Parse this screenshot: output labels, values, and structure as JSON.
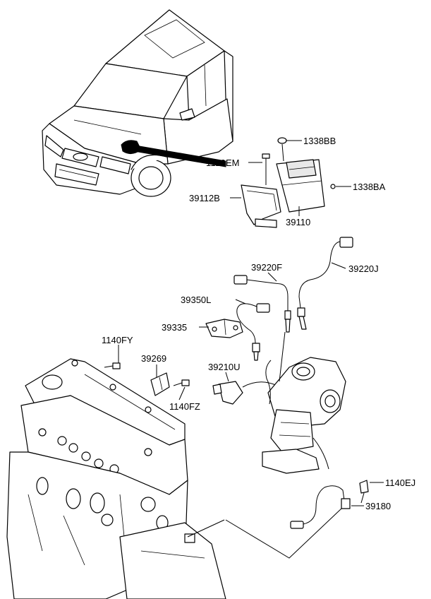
{
  "parts": [
    {
      "id": "label-1338BB",
      "code": "1338BB"
    },
    {
      "id": "label-1129EM",
      "code": "1129EM"
    },
    {
      "id": "label-1338BA",
      "code": "1338BA"
    },
    {
      "id": "label-39112B",
      "code": "39112B"
    },
    {
      "id": "label-39110",
      "code": "39110"
    },
    {
      "id": "label-39220F",
      "code": "39220F"
    },
    {
      "id": "label-39220J",
      "code": "39220J"
    },
    {
      "id": "label-39350L",
      "code": "39350L"
    },
    {
      "id": "label-39335",
      "code": "39335"
    },
    {
      "id": "label-1140FY",
      "code": "1140FY"
    },
    {
      "id": "label-39269",
      "code": "39269"
    },
    {
      "id": "label-39210U",
      "code": "39210U"
    },
    {
      "id": "label-1140FZ",
      "code": "1140FZ"
    },
    {
      "id": "label-1140EJ",
      "code": "1140EJ"
    },
    {
      "id": "label-39180",
      "code": "39180"
    }
  ]
}
